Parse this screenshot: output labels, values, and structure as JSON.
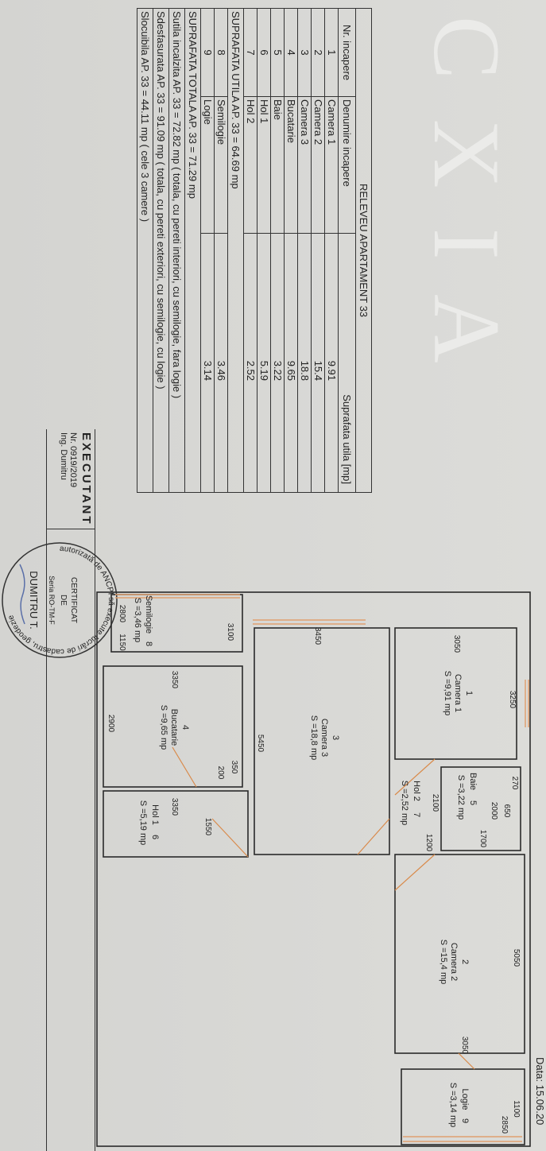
{
  "table": {
    "title": "RELEVEU APARTAMENT 33",
    "headers": [
      "Nr. incapere",
      "Denumire incapere",
      "Suprafata utila [mp]"
    ],
    "rows": [
      {
        "nr": "1",
        "name": "Camera 1",
        "area": "9.91"
      },
      {
        "nr": "2",
        "name": "Camera 2",
        "area": "15.4"
      },
      {
        "nr": "3",
        "name": "Camera 3",
        "area": "18.8"
      },
      {
        "nr": "4",
        "name": "Bucatarie",
        "area": "9.65"
      },
      {
        "nr": "5",
        "name": "Baie",
        "area": "3.22"
      },
      {
        "nr": "6",
        "name": "Hol 1",
        "area": "5.19"
      },
      {
        "nr": "7",
        "name": "Hol 2",
        "area": "2.52"
      }
    ],
    "subtotal": "SUPRAFATA UTILA AP. 33 = 64.69 mp",
    "extra_rows": [
      {
        "nr": "8",
        "name": "Semilogie",
        "area": "3.46"
      },
      {
        "nr": "9",
        "name": "Logie",
        "area": "3.14"
      }
    ],
    "summary": [
      "SUPRAFATA TOTALA AP. 33 = 71.29 mp",
      "Sutila incalzita  AP. 33 = 72.82 mp ( totala, cu pereti interiori, cu semilogie, fara logie )",
      "Sdesfasurata AP. 33 = 91.09 mp ( totala, cu pereti exteriori, cu semilogie, cu logie )",
      "Slocuibila AP. 33 = 44.11 mp ( cele 3 camere )"
    ]
  },
  "plan": {
    "rooms": [
      {
        "name": "Camera 1",
        "num": "1",
        "area": "S =9,91 mp"
      },
      {
        "name": "Camera 2",
        "num": "2",
        "area": "S =15,4 mp"
      },
      {
        "name": "Camera 3",
        "num": "3",
        "area": "S =18,8 mp"
      },
      {
        "name": "Bucatarie",
        "num": "4",
        "area": "S =9,65 mp"
      },
      {
        "name": "Baie",
        "num": "5",
        "area": "S =3,22 mp"
      },
      {
        "name": "Hol 1",
        "num": "6",
        "area": "S =5,19 mp"
      },
      {
        "name": "Hol 2",
        "num": "7",
        "area": "S =2,52 mp"
      },
      {
        "name": "Semilogie",
        "num": "8",
        "area": "S =3,46 mp"
      },
      {
        "name": "Logie",
        "num": "9",
        "area": "S =3,14 mp"
      }
    ],
    "dimensions": [
      "3050",
      "3250",
      "270",
      "650",
      "2000",
      "1700",
      "2100",
      "1200",
      "5050",
      "3050",
      "1100",
      "2850",
      "3450",
      "5450",
      "3350",
      "2900",
      "350",
      "200",
      "3350",
      "1550",
      "2800",
      "1150",
      "3100"
    ]
  },
  "titleblock": {
    "label": "EXECUTANT",
    "de": "DE",
    "lines": [
      "CERTIFICAT",
      "Seria RO-TM-F",
      "Nr. 0919/2019",
      "Ing. Dumitru",
      "DUMITRU T."
    ]
  },
  "stamp_text": "autorizată de ANCPI să execute lucrări de cadastru, geodezie",
  "date": "Data: 15.06.20",
  "watermark": "C X I A",
  "colors": {
    "wall": "#2a2a2a",
    "window": "#e0a070",
    "door": "#d98a4a",
    "paper": "#d9d9d6"
  }
}
